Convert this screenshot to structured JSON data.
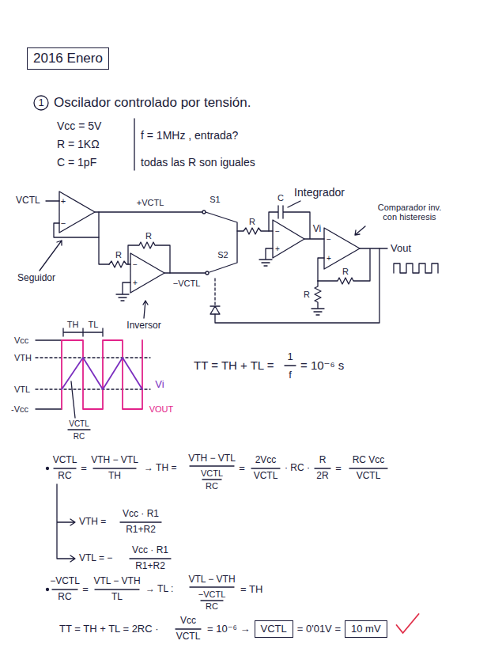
{
  "diagram": {
    "nodes": [
      {
        "text": [
          "2016 Enero"
        ]
      },
      {
        "text": [
          "VCTL"
        ]
      },
      {
        "text": [
          "10 mV"
        ]
      }
    ],
    "labels": [
      "1",
      "Oscilador controlado por tensión.",
      "Vcc = 5V",
      "R = 1KΩ",
      "C = 1pF",
      "f = 1MHz , entrada?",
      "todas las R son iguales",
      "VCTL",
      "+",
      "−",
      "+VCTL",
      "S1",
      "Integrador",
      "C",
      "R",
      "−",
      "+",
      "Vi",
      "Comparador inv. con histeresis",
      "−",
      "+",
      "Vout",
      "Seguidor",
      "R",
      "R",
      "−",
      "+",
      "−VCTL",
      "S2",
      "R",
      "R",
      "Inversor",
      "TH",
      "TL",
      "Vcc",
      "VTH",
      "VTL",
      "-Vcc",
      "VCTL",
      "RC",
      "Vi",
      "VOUT",
      "TT = TH + TL =",
      "1",
      "f",
      "= 10⁻⁶ s",
      "VCTL",
      "RC",
      "=",
      "VTH − VTL",
      "TH",
      "→ TH =",
      "VTH − VTL",
      "VCTL",
      "RC",
      "=",
      "2Vcc",
      "VCTL",
      "· RC ·",
      "R",
      "2R",
      "=",
      "RC Vcc",
      "VCTL",
      "VTH =",
      "Vcc · R1",
      "R1+R2",
      "VTL = −",
      "Vcc · R1",
      "R1+R2",
      "−VCTL",
      "RC",
      "=",
      "VTL − VTH",
      "TL",
      "→ TL :",
      "VTL − VTH",
      "−VCTL",
      "RC",
      "= TH",
      "TT = TH + TL = 2RC ·",
      "Vcc",
      "VCTL",
      "= 10⁻⁶ →",
      "= 0'01V ="
    ]
  }
}
